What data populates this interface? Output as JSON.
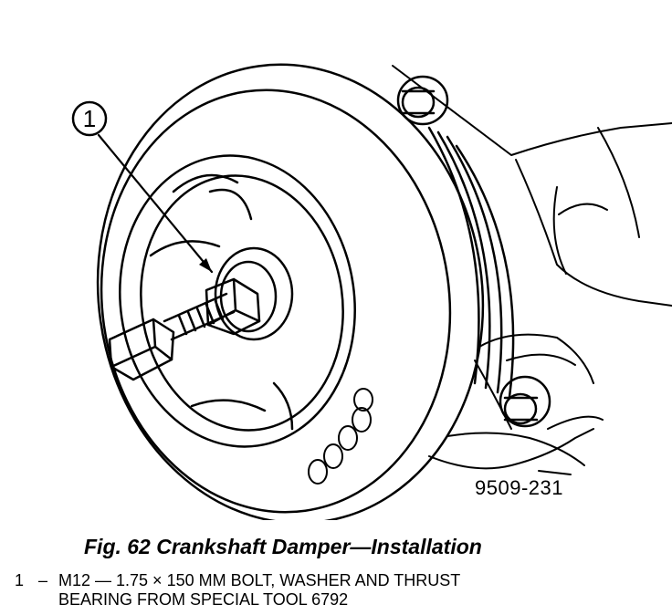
{
  "diagram": {
    "callout": "1",
    "figure_number": "9509-231"
  },
  "caption": "Fig. 62 Crankshaft Damper—Installation",
  "legend": {
    "number": "1",
    "dash": "–",
    "line1": "M12 — 1.75 × 150 MM BOLT, WASHER AND THRUST",
    "line2": "BEARING FROM SPECIAL TOOL 6792"
  }
}
